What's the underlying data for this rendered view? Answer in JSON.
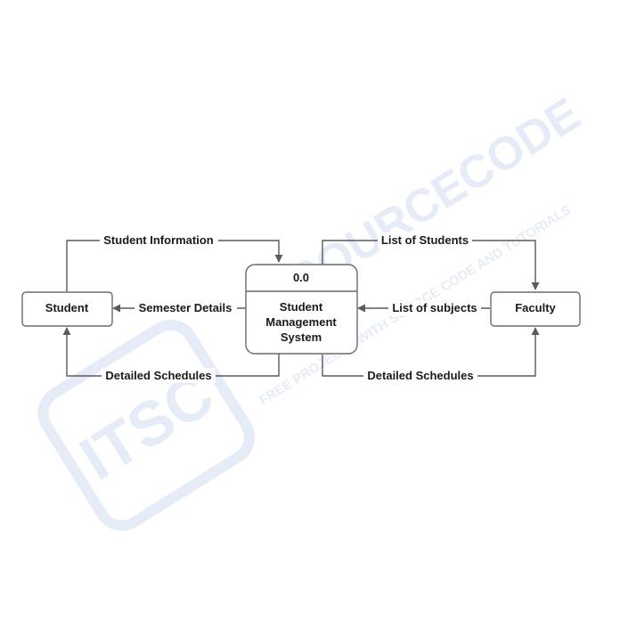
{
  "watermark": {
    "brand": "ITSOURCECODE",
    "tagline": "FREE PROJECTS WITH SOURCE CODE AND TUTORIALS",
    "logo_letters": "ITSC",
    "color": "#cfdcf3"
  },
  "process": {
    "number": "0.0",
    "name_lines": [
      "Student",
      "Management",
      "System"
    ]
  },
  "entities": {
    "student": "Student",
    "faculty": "Faculty"
  },
  "flows": {
    "student_information": "Student Information",
    "semester_details": "Semester Details",
    "detailed_schedules_left": "Detailed Schedules",
    "list_of_students": "List of Students",
    "list_of_subjects": "List of subjects",
    "detailed_schedules_right": "Detailed Schedules"
  },
  "colors": {
    "line": "#5a5a5a",
    "border": "#6b6b6b",
    "text": "#1a1a1a"
  }
}
